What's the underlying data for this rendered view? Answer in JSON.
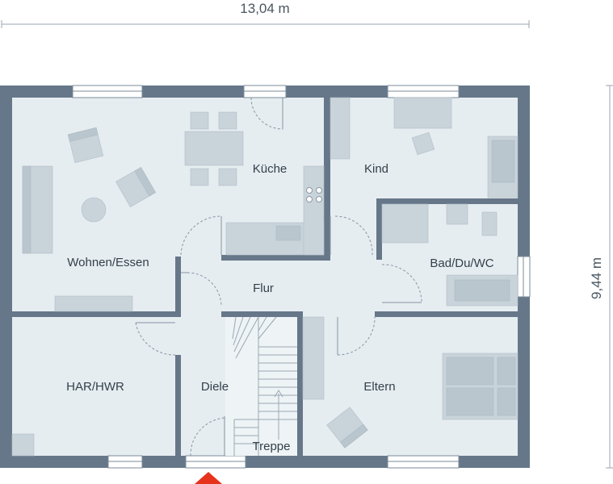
{
  "dimensions": {
    "width": "13,04 m",
    "height": "9,44 m"
  },
  "rooms": {
    "wohnen": "Wohnen/Essen",
    "kueche": "Küche",
    "kind": "Kind",
    "bad": "Bad/Du/WC",
    "flur": "Flur",
    "har": "HAR/HWR",
    "diele": "Diele",
    "eltern": "Eltern",
    "treppe": "Treppe"
  },
  "colors": {
    "wall": "#667789",
    "floor": "#e6edf1",
    "entrance_marker": "#e8331c"
  }
}
